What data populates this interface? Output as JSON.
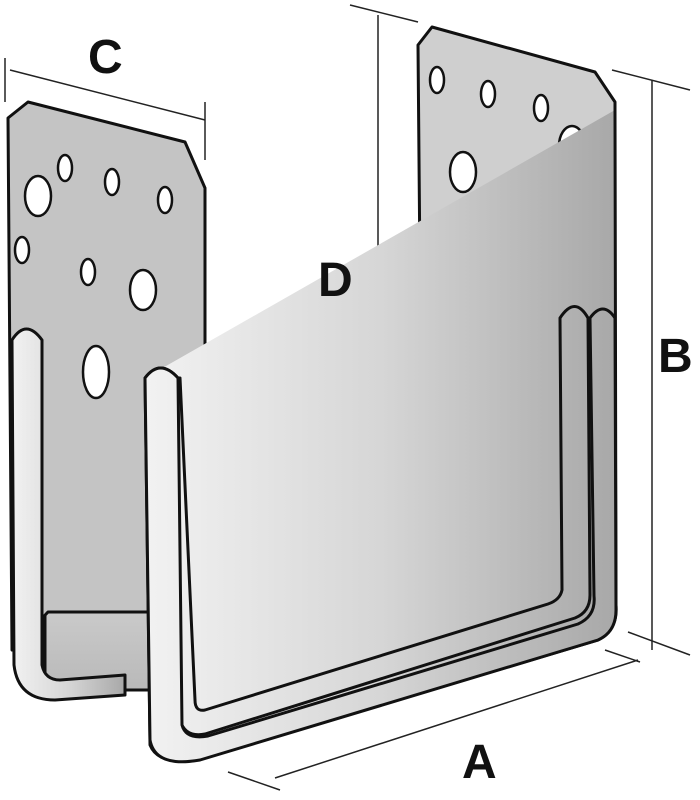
{
  "diagram": {
    "labels": {
      "a": "A",
      "b": "B",
      "c": "C",
      "d": "D"
    },
    "colors": {
      "metal": "#c9c9c9",
      "metal_light": "#e4e4e4",
      "metal_dark": "#9a9a9a",
      "outline": "#111111"
    }
  }
}
